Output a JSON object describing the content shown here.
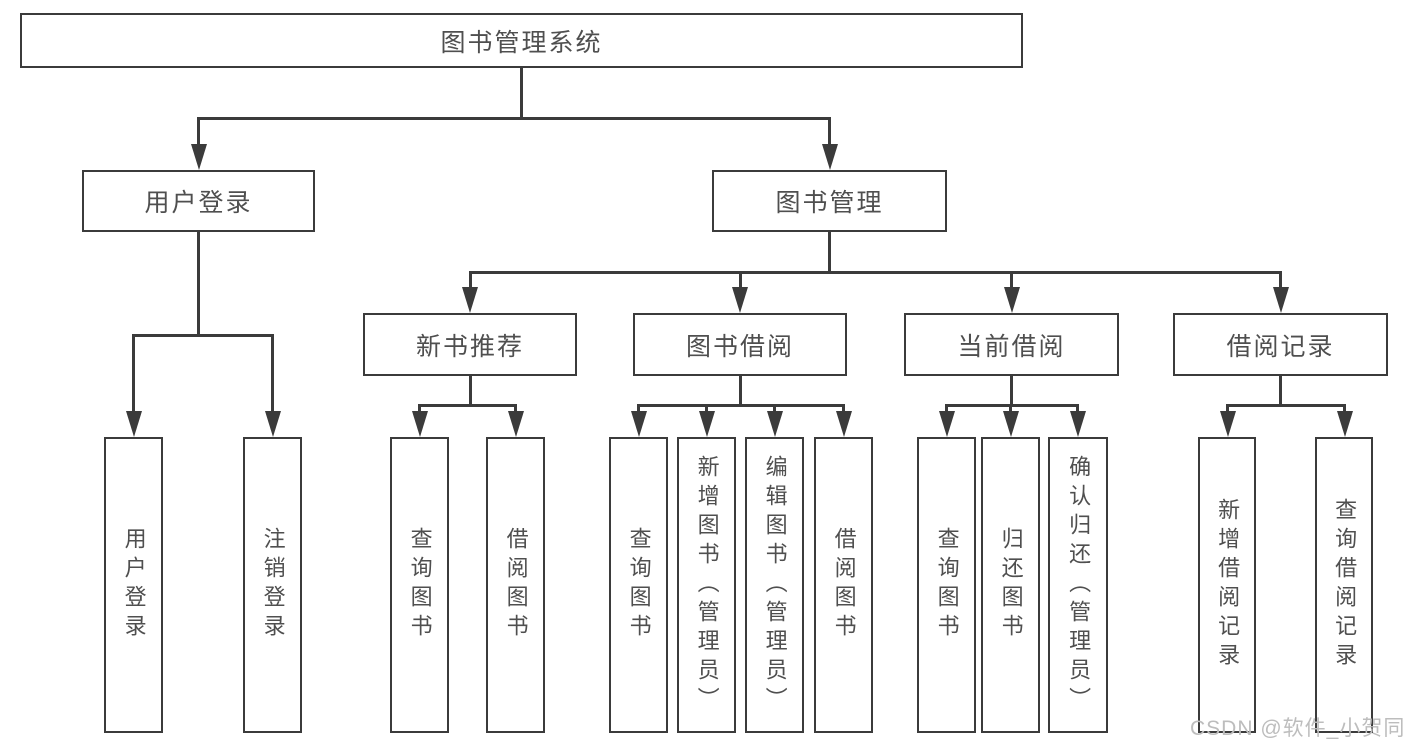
{
  "diagram": {
    "type": "functional-structure-tree",
    "colors": {
      "line": "#3b3b3b",
      "box_border": "#3b3b3b",
      "text": "#4f4f4f",
      "watermark": "#bdbdbd",
      "background": "#ffffff"
    },
    "tree": {
      "root": {
        "label": "图书管理系统",
        "children": [
          {
            "label": "用户登录",
            "children": [
              {
                "label": "用户登录"
              },
              {
                "label": "注销登录"
              }
            ]
          },
          {
            "label": "图书管理",
            "children": [
              {
                "label": "新书推荐",
                "children": [
                  {
                    "label": "查询图书"
                  },
                  {
                    "label": "借阅图书"
                  }
                ]
              },
              {
                "label": "图书借阅",
                "children": [
                  {
                    "label": "查询图书"
                  },
                  {
                    "label": "新增图书（管理员）"
                  },
                  {
                    "label": "编辑图书（管理员）"
                  },
                  {
                    "label": "借阅图书"
                  }
                ]
              },
              {
                "label": "当前借阅",
                "children": [
                  {
                    "label": "查询图书"
                  },
                  {
                    "label": "归还图书"
                  },
                  {
                    "label": "确认归还（管理员）"
                  }
                ]
              },
              {
                "label": "借阅记录",
                "children": [
                  {
                    "label": "新增借阅记录"
                  },
                  {
                    "label": "查询借阅记录"
                  }
                ]
              }
            ]
          }
        ]
      }
    },
    "watermark": {
      "text": "CSDN @软件_小贺同学"
    }
  }
}
